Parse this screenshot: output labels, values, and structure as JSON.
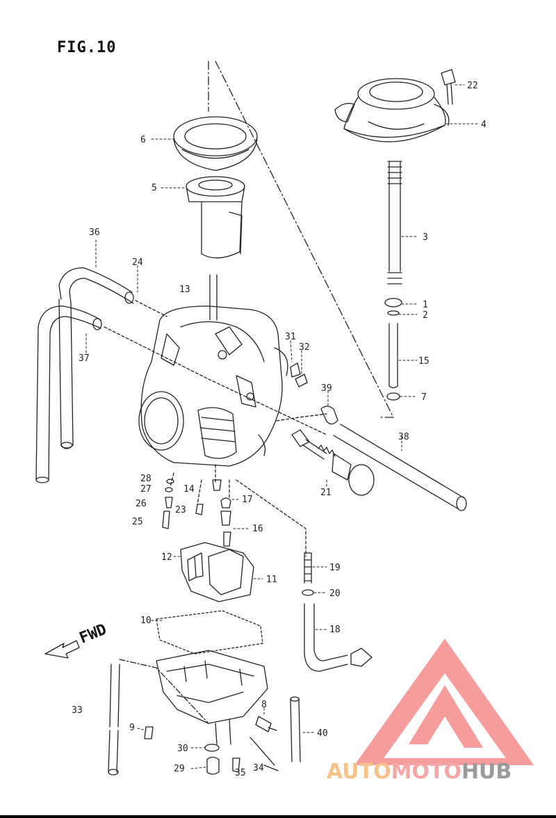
{
  "figure": {
    "title": "FIG.10",
    "fwd_label": "FWD"
  },
  "parts": [
    {
      "id": "p22",
      "label": "22"
    },
    {
      "id": "p4",
      "label": "4"
    },
    {
      "id": "p6",
      "label": "6"
    },
    {
      "id": "p5",
      "label": "5"
    },
    {
      "id": "p3",
      "label": "3"
    },
    {
      "id": "p36",
      "label": "36"
    },
    {
      "id": "p24",
      "label": "24"
    },
    {
      "id": "p13",
      "label": "13"
    },
    {
      "id": "p1",
      "label": "1"
    },
    {
      "id": "p2",
      "label": "2"
    },
    {
      "id": "p37",
      "label": "37"
    },
    {
      "id": "p31",
      "label": "31"
    },
    {
      "id": "p32",
      "label": "32"
    },
    {
      "id": "p15",
      "label": "15"
    },
    {
      "id": "p39",
      "label": "39"
    },
    {
      "id": "p7a",
      "label": "7"
    },
    {
      "id": "p38",
      "label": "38"
    },
    {
      "id": "p28",
      "label": "28"
    },
    {
      "id": "p27",
      "label": "27"
    },
    {
      "id": "p14a",
      "label": "14"
    },
    {
      "id": "p21",
      "label": "21"
    },
    {
      "id": "p26",
      "label": "26"
    },
    {
      "id": "p23",
      "label": "23"
    },
    {
      "id": "p17",
      "label": "17"
    },
    {
      "id": "p25",
      "label": "25"
    },
    {
      "id": "p16",
      "label": "16"
    },
    {
      "id": "p12",
      "label": "12"
    },
    {
      "id": "p19",
      "label": "19"
    },
    {
      "id": "p11",
      "label": "11"
    },
    {
      "id": "p20",
      "label": "20"
    },
    {
      "id": "p10",
      "label": "10"
    },
    {
      "id": "p18",
      "label": "18"
    },
    {
      "id": "p33",
      "label": "33"
    },
    {
      "id": "p8",
      "label": "8"
    },
    {
      "id": "p9",
      "label": "9"
    },
    {
      "id": "p40",
      "label": "40"
    },
    {
      "id": "p30",
      "label": "30"
    },
    {
      "id": "p29",
      "label": "29"
    },
    {
      "id": "p35",
      "label": "35"
    },
    {
      "id": "p34",
      "label": "34"
    }
  ],
  "watermark": {
    "part1": "AUTO",
    "part2": "MOTO",
    "part3": "HUB",
    "color_logo": "#f47c7c",
    "color_auto": "#f6c28a",
    "color_hub": "#9a9a9a"
  }
}
